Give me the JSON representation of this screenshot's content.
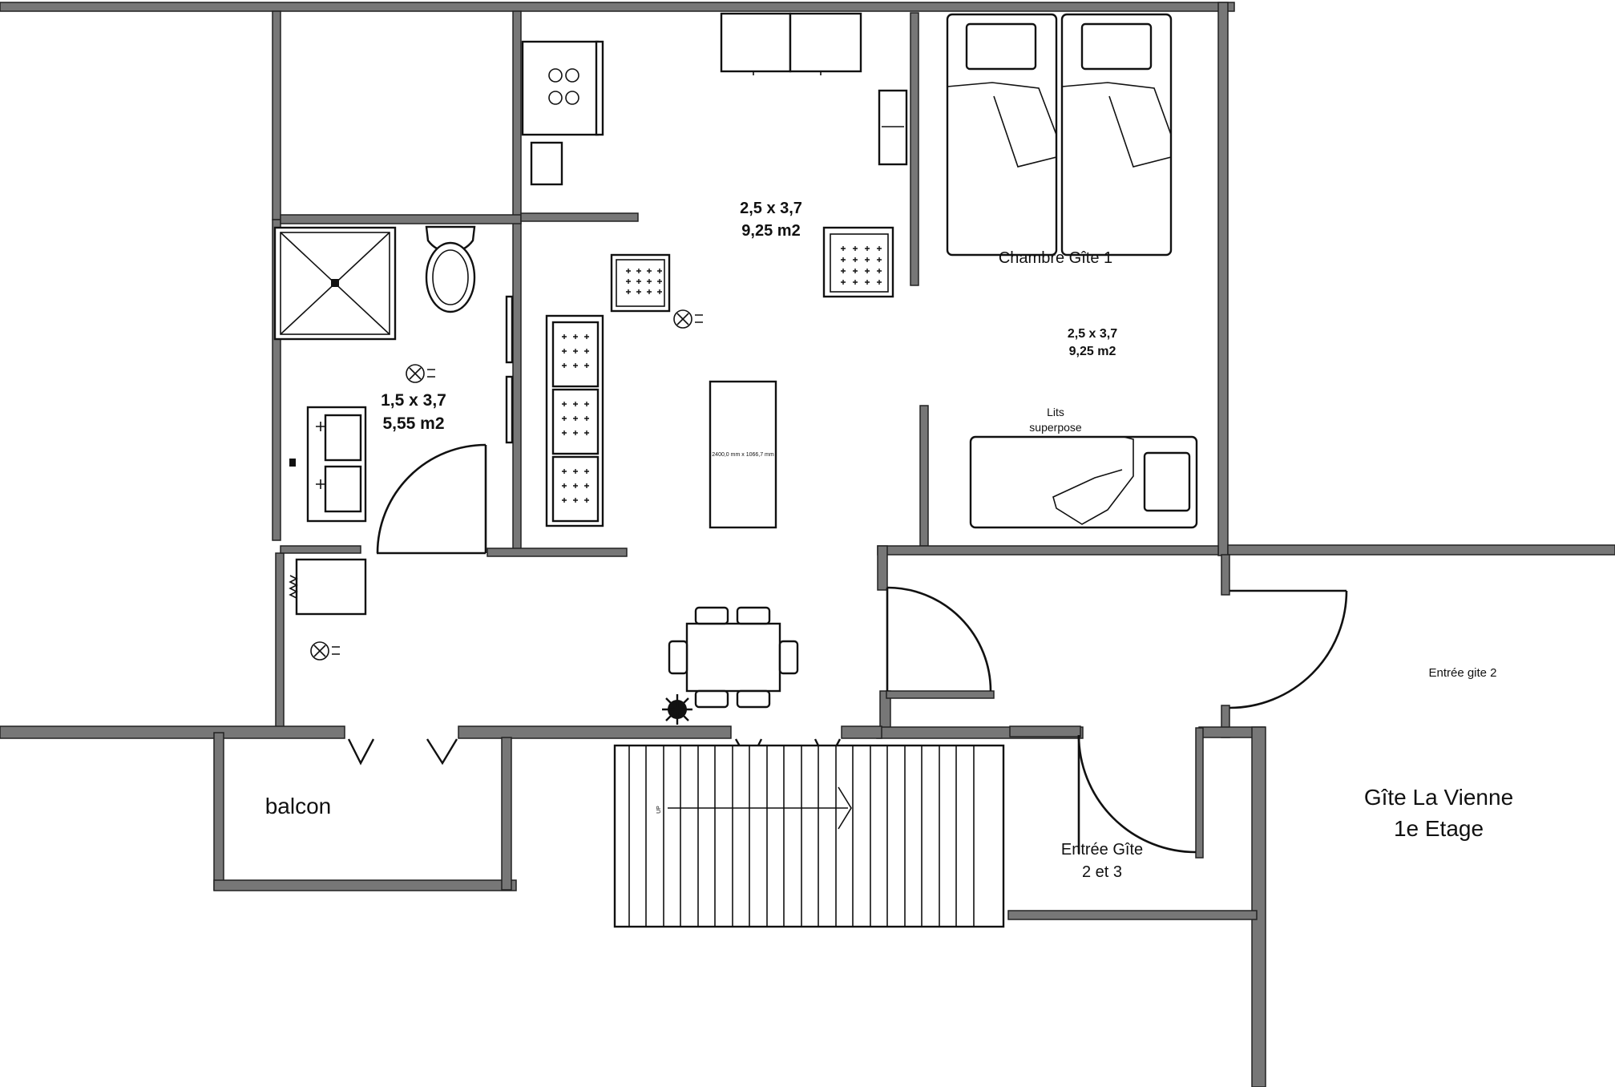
{
  "plan": {
    "title_line1": "Gîte La Vienne",
    "title_line2": "1e Etage",
    "living": {
      "dims": "2,5 x 3,7",
      "area": "9,25 m2"
    },
    "bedroom": {
      "name": "Chambre Gîte 1",
      "dims": "2,5 x 3,7",
      "area": "9,25 m2"
    },
    "bathroom": {
      "dims": "1,5 x 3,7",
      "area": "5,55 m2"
    },
    "bunk_line1": "Lits",
    "bunk_line2": "superpose",
    "rug_dims": "2400,0 mm x 1066,7 mm",
    "balcony": "balcon",
    "entry23_line1": "Entrée Gîte",
    "entry23_line2": "2 et 3",
    "entry2": "Entrée gite 2",
    "stair_up": "UP"
  },
  "colors": {
    "wall": "#777777",
    "line": "#111111",
    "background": "#ffffff"
  },
  "icons": [
    "fan-icon",
    "shower-icon",
    "toilet-icon",
    "sink-icon",
    "stove-icon",
    "bed-icon",
    "armchair-icon",
    "sofa-icon",
    "plant-icon",
    "stair-arrow-icon"
  ]
}
